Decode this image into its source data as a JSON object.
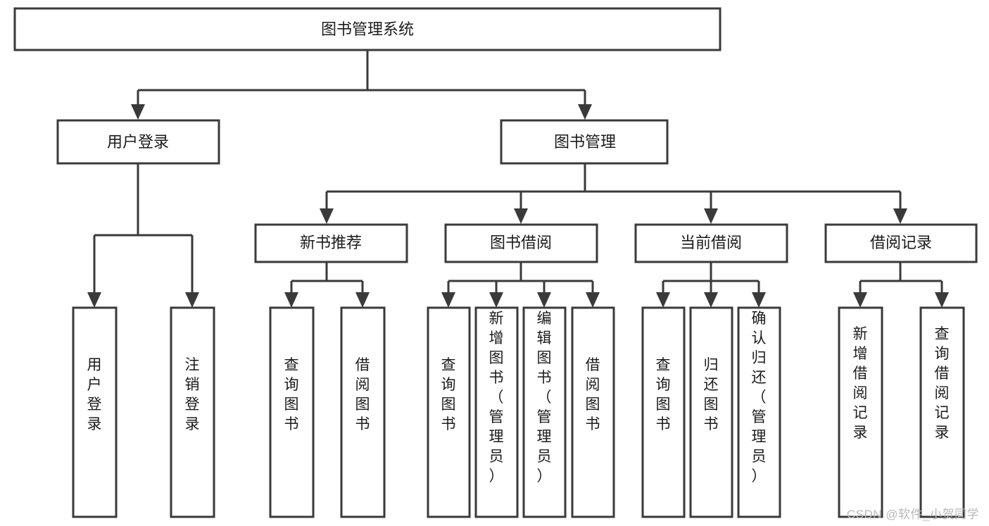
{
  "diagram": {
    "type": "tree-hierarchy-chart",
    "title": "图书管理系统",
    "orientation": "top-down",
    "colors": {
      "box_fill": "#ffffff",
      "box_stroke": "#3a3a3a",
      "connector": "#3a3a3a",
      "text": "#1b1b1b",
      "watermark": "#b9b9b9",
      "background": "#ffffff"
    },
    "root": {
      "id": "root",
      "label": "图书管理系统",
      "level": 0,
      "orientation": "horizontal"
    },
    "level1": [
      {
        "id": "user-login",
        "label": "用户登录",
        "level": 1,
        "orientation": "horizontal"
      },
      {
        "id": "book-manage",
        "label": "图书管理",
        "level": 1,
        "orientation": "horizontal"
      }
    ],
    "level2": [
      {
        "id": "new-book-recommend",
        "label": "新书推荐",
        "level": 2,
        "orientation": "horizontal",
        "parent": "book-manage"
      },
      {
        "id": "book-borrow",
        "label": "图书借阅",
        "level": 2,
        "orientation": "horizontal",
        "parent": "book-manage"
      },
      {
        "id": "current-borrow",
        "label": "当前借阅",
        "level": 2,
        "orientation": "horizontal",
        "parent": "book-manage"
      },
      {
        "id": "borrow-record",
        "label": "借阅记录",
        "level": 2,
        "orientation": "horizontal",
        "parent": "borrow-record-parent"
      }
    ],
    "leaves": [
      {
        "id": "leaf-user-login",
        "label": "用户登录",
        "orientation": "vertical",
        "parent": "user-login"
      },
      {
        "id": "leaf-user-logout",
        "label": "注销登录",
        "orientation": "vertical",
        "parent": "user-login"
      },
      {
        "id": "leaf-query-book-1",
        "label": "查询图书",
        "orientation": "vertical",
        "parent": "new-book-recommend"
      },
      {
        "id": "leaf-borrow-book-1",
        "label": "借阅图书",
        "orientation": "vertical",
        "parent": "new-book-recommend"
      },
      {
        "id": "leaf-query-book-2",
        "label": "查询图书",
        "orientation": "vertical",
        "parent": "book-borrow"
      },
      {
        "id": "leaf-add-book",
        "label": "新增图书（管理员）",
        "orientation": "vertical",
        "parent": "book-borrow"
      },
      {
        "id": "leaf-edit-book",
        "label": "编辑图书（管理员）",
        "orientation": "vertical",
        "parent": "book-borrow"
      },
      {
        "id": "leaf-borrow-book-2",
        "label": "借阅图书",
        "orientation": "vertical",
        "parent": "book-borrow"
      },
      {
        "id": "leaf-query-book-3",
        "label": "查询图书",
        "orientation": "vertical",
        "parent": "current-borrow"
      },
      {
        "id": "leaf-return-book",
        "label": "归还图书",
        "orientation": "vertical",
        "parent": "current-borrow"
      },
      {
        "id": "leaf-confirm-return",
        "label": "确认归还（管理员）",
        "orientation": "vertical",
        "parent": "current-borrow"
      },
      {
        "id": "leaf-add-record",
        "label": "新增借阅记录",
        "orientation": "vertical",
        "parent": "borrow-record"
      },
      {
        "id": "leaf-query-record",
        "label": "查询借阅记录",
        "orientation": "vertical",
        "parent": "borrow-record"
      }
    ],
    "watermark": "CSDN @软件_小贺同学"
  }
}
